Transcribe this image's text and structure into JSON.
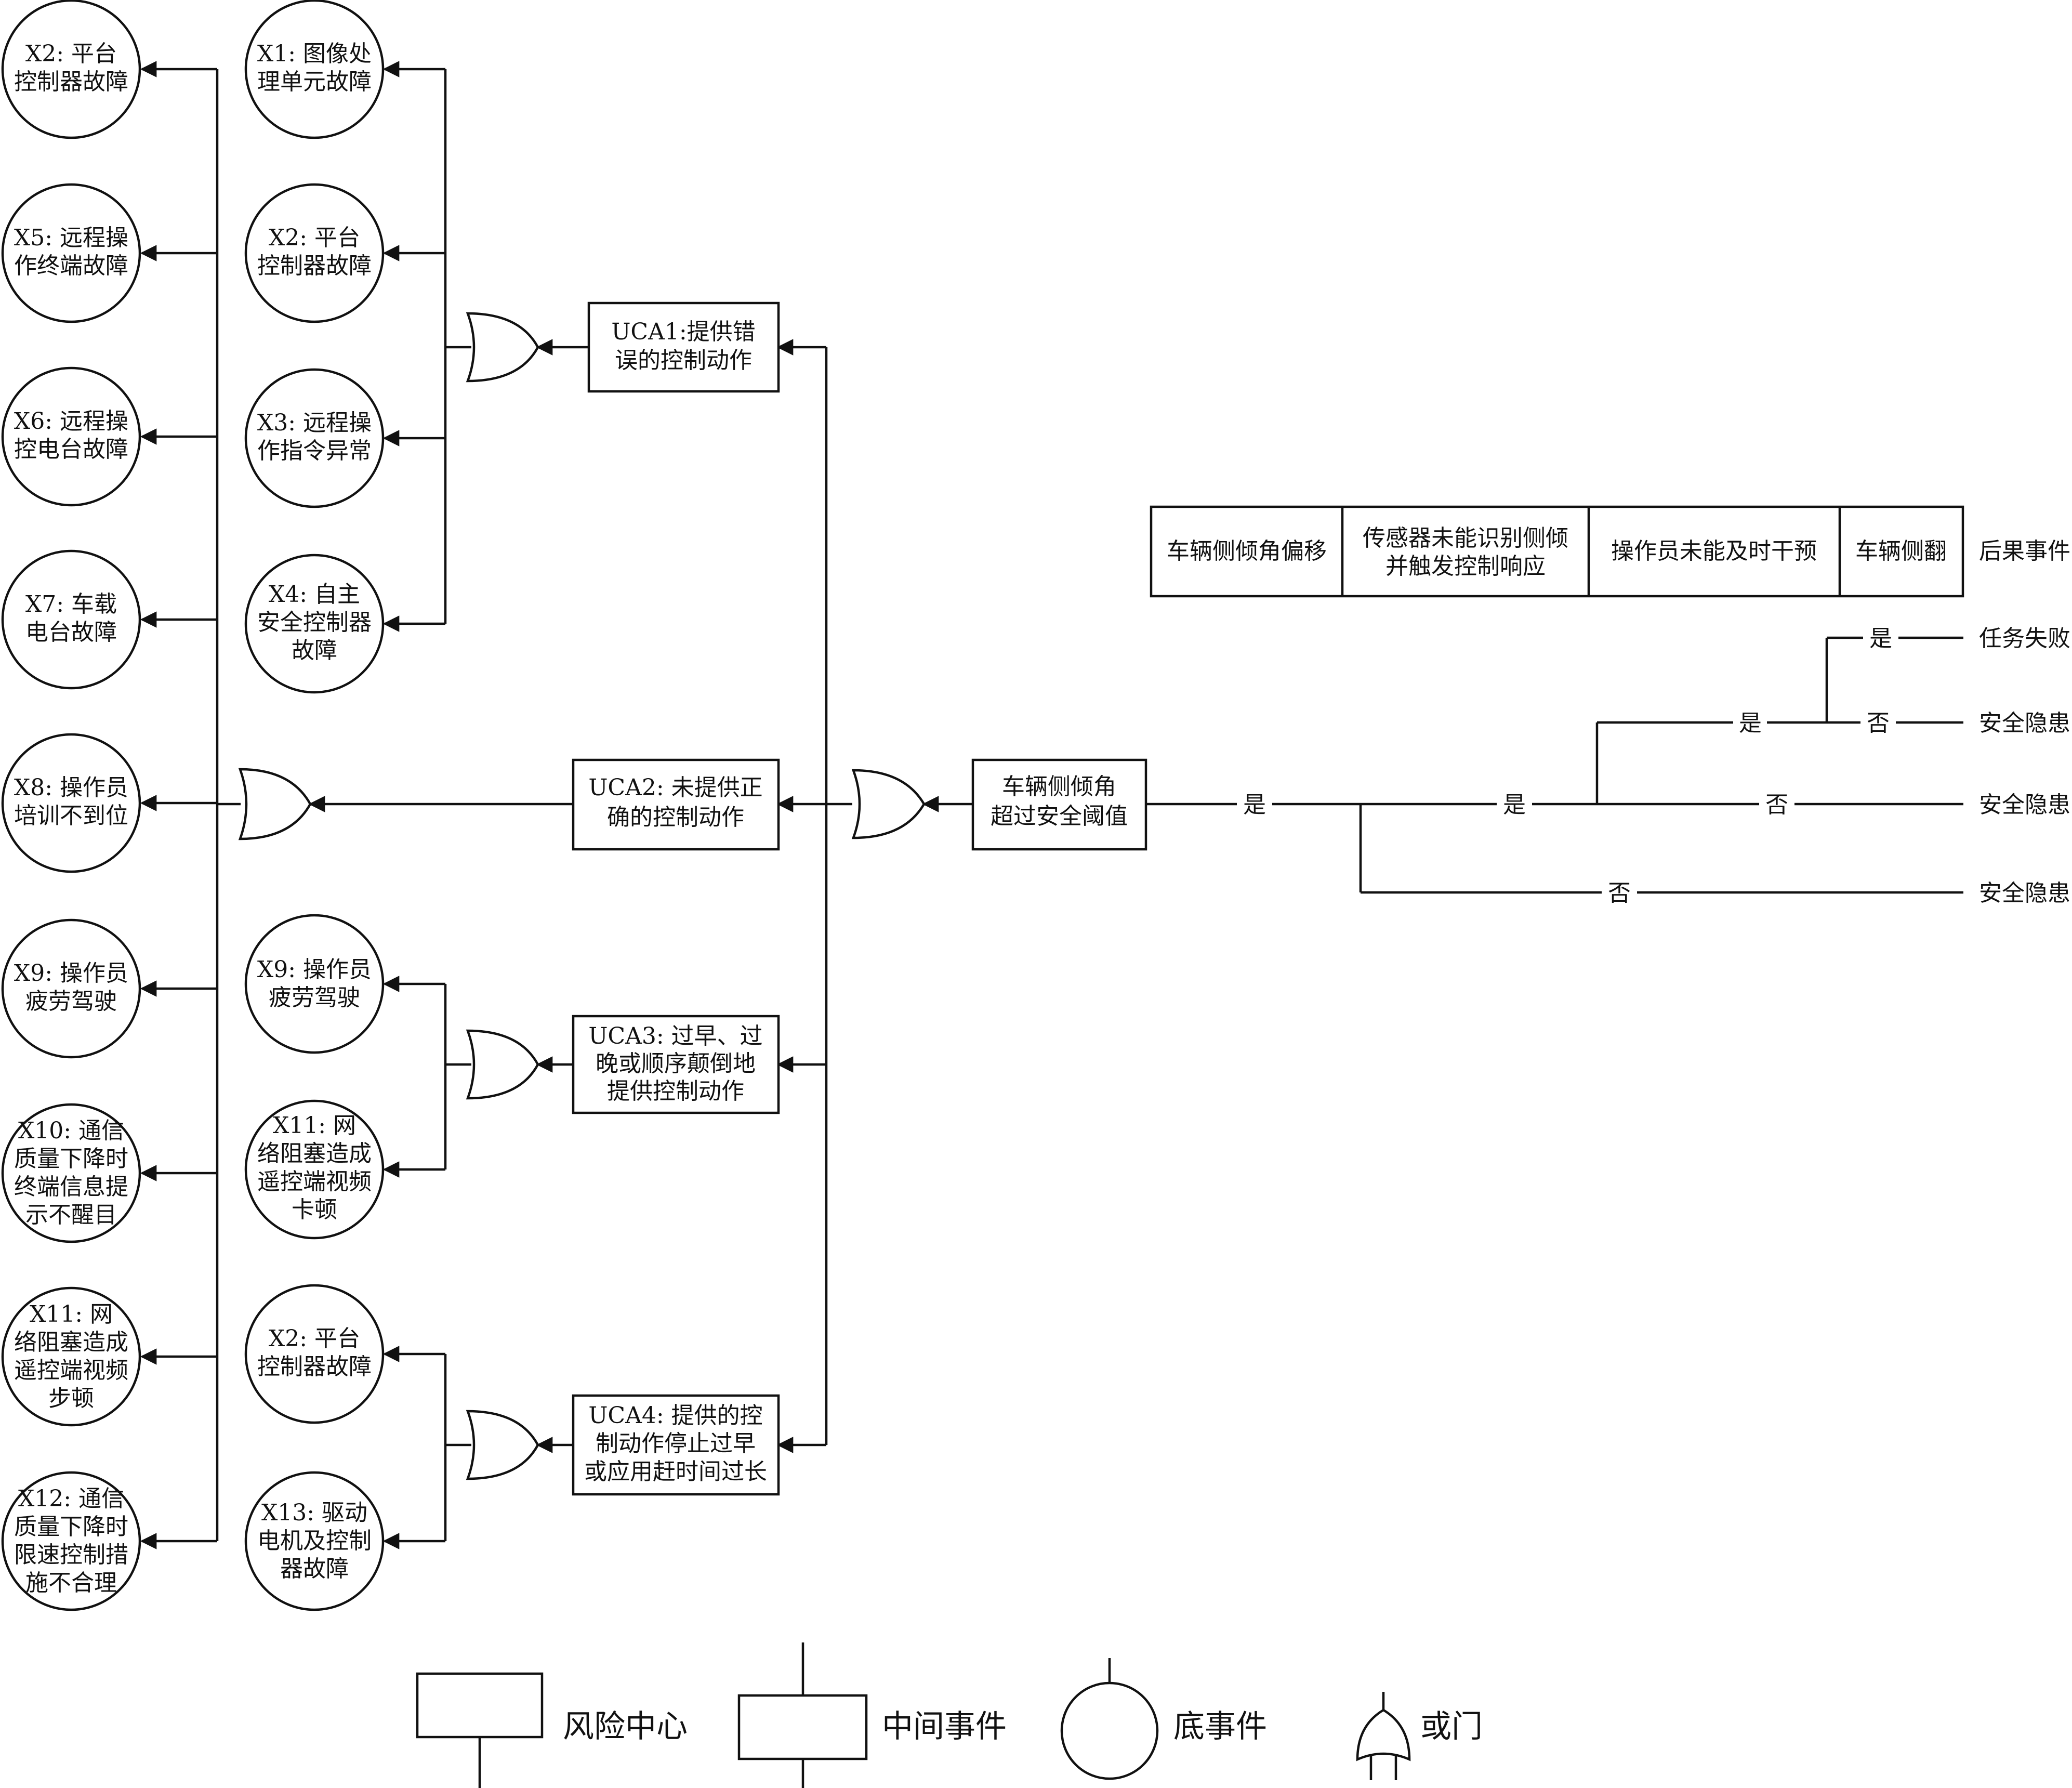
{
  "risk_center": {
    "lines": [
      "车辆侧倾角",
      "超过安全阈值"
    ]
  },
  "uca": [
    {
      "id": "uca1",
      "lines": [
        "UCA1:提供错",
        "误的控制动作"
      ]
    },
    {
      "id": "uca2",
      "lines": [
        "UCA2: 未提供正",
        "确的控制动作"
      ]
    },
    {
      "id": "uca3",
      "lines": [
        "UCA3: 过早、过",
        "晚或顺序颠倒地",
        "提供控制动作"
      ]
    },
    {
      "id": "uca4",
      "lines": [
        "UCA4: 提供的控",
        "制动作停止过早",
        "或应用赶时间过长"
      ]
    }
  ],
  "inner_events": [
    {
      "id": "x1",
      "group": "uca1",
      "lines": [
        "X1: 图像处",
        "理单元故障"
      ]
    },
    {
      "id": "x2a",
      "group": "uca1",
      "lines": [
        "X2: 平台",
        "控制器故障"
      ]
    },
    {
      "id": "x3",
      "group": "uca1",
      "lines": [
        "X3: 远程操",
        "作指令异常"
      ]
    },
    {
      "id": "x4",
      "group": "uca1",
      "lines": [
        "X4: 自主",
        "安全控制器",
        "故障"
      ]
    },
    {
      "id": "x9a",
      "group": "uca3",
      "lines": [
        "X9: 操作员",
        "疲劳驾驶"
      ]
    },
    {
      "id": "x11a",
      "group": "uca3",
      "lines": [
        "X11: 网",
        "络阻塞造成",
        "遥控端视频",
        "卡顿"
      ]
    },
    {
      "id": "x2b",
      "group": "uca4",
      "lines": [
        "X2: 平台",
        "控制器故障"
      ]
    },
    {
      "id": "x13",
      "group": "uca4",
      "lines": [
        "X13: 驱动",
        "电机及控制",
        "器故障"
      ]
    }
  ],
  "outer_events": [
    {
      "id": "x2",
      "lines": [
        "X2: 平台",
        "控制器故障"
      ]
    },
    {
      "id": "x5",
      "lines": [
        "X5: 远程操",
        "作终端故障"
      ]
    },
    {
      "id": "x6",
      "lines": [
        "X6: 远程操",
        "控电台故障"
      ]
    },
    {
      "id": "x7",
      "lines": [
        "X7: 车载",
        "电台故障"
      ]
    },
    {
      "id": "x8",
      "lines": [
        "X8: 操作员",
        "培训不到位"
      ]
    },
    {
      "id": "x9",
      "lines": [
        "X9: 操作员",
        "疲劳驾驶"
      ]
    },
    {
      "id": "x10",
      "lines": [
        "X10: 通信",
        "质量下降时",
        "终端信息提",
        "示不醒目"
      ]
    },
    {
      "id": "x11",
      "lines": [
        "X11: 网",
        "络阻塞造成",
        "遥控端视频",
        "步顿"
      ]
    },
    {
      "id": "x12",
      "lines": [
        "X12: 通信",
        "质量下降时",
        "限速控制措",
        "施不合理"
      ]
    }
  ],
  "event_tree": {
    "headers": [
      {
        "lines": [
          "车辆侧倾角偏移"
        ]
      },
      {
        "lines": [
          "传感器未能识别侧倾",
          "并触发控制响应"
        ]
      },
      {
        "lines": [
          "操作员未能及时干预"
        ]
      },
      {
        "lines": [
          "车辆侧翻"
        ]
      }
    ],
    "outcome_header": "后果事件",
    "branch_labels": {
      "root_yes": "是",
      "sensor_yes": "是",
      "sensor_no": "否",
      "operator_yes": "是",
      "operator_no": "否",
      "rollover_yes": "是",
      "rollover_no": "否"
    },
    "outcomes": [
      "任务失败",
      "安全隐患",
      "安全隐患",
      "安全隐患"
    ]
  },
  "legend": {
    "risk_center": "风险中心",
    "intermediate": "中间事件",
    "basic": "底事件",
    "or_gate": "或门"
  }
}
